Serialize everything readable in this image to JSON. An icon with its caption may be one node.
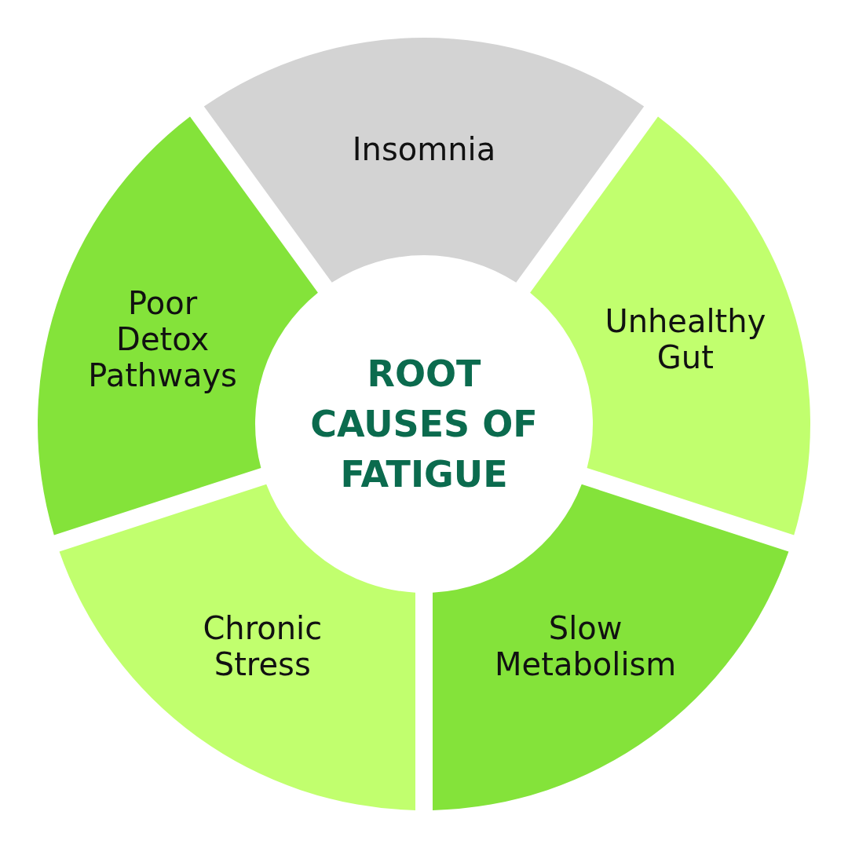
{
  "diagram": {
    "nodes": [
      {
        "text": [
          "ROOT CAUSES OF FATIGUE"
        ]
      },
      {
        "text": [
          "Insomnia"
        ]
      },
      {
        "text": [
          "Unhealthy Gut"
        ]
      },
      {
        "text": [
          "Slow Metabolism"
        ]
      },
      {
        "text": [
          "Chronic Stress"
        ]
      },
      {
        "text": [
          "Poor Detox Pathways"
        ]
      }
    ],
    "edges": []
  }
}
